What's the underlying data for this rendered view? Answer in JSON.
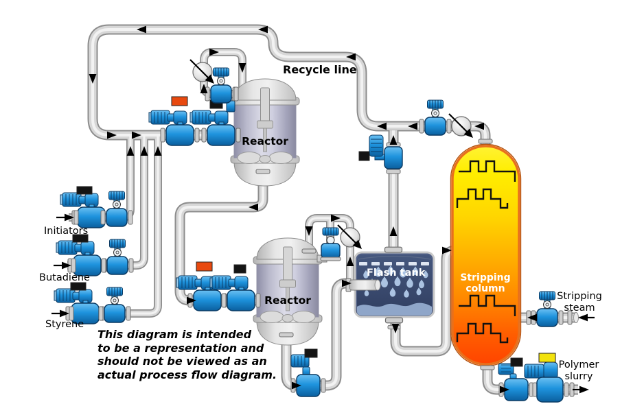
{
  "labels": {
    "recycle_line": "Recycle line",
    "reactor": "Reactor",
    "flash_tank": "Flash tank",
    "stripping_column_1": "Stripping",
    "stripping_column_2": "column",
    "initiators": "Initiators",
    "butadiene": "Butadiene",
    "styrene": "Styrene",
    "stripping_steam_1": "Stripping",
    "stripping_steam_2": "steam",
    "polymer_slurry_1": "Polymer",
    "polymer_slurry_2": "slurry"
  },
  "note": {
    "line1": "This diagram is intended",
    "line2": "to be a representation and",
    "line3": "should not be viewed as an",
    "line4": "actual process flow diagram."
  },
  "colors": {
    "equipment_blue": "#1e93dd",
    "equipment_blue_dark": "#0b5f9e",
    "pipe_gray": "#d7d7d7",
    "accent_red": "#e8490f",
    "accent_yellow": "#f2e20c",
    "accent_black": "#141414",
    "column_top": "#ffef00",
    "column_mid": "#ffa300",
    "column_bottom": "#ff4400",
    "column_border": "#e8701c",
    "flash_tank_navy": "#3a4a70",
    "flash_liquid": "#8fa6c9",
    "reactor_lavender": "#c3c3d8",
    "dome_gray": "#d9d9d9",
    "arrow_black": "#000000"
  }
}
